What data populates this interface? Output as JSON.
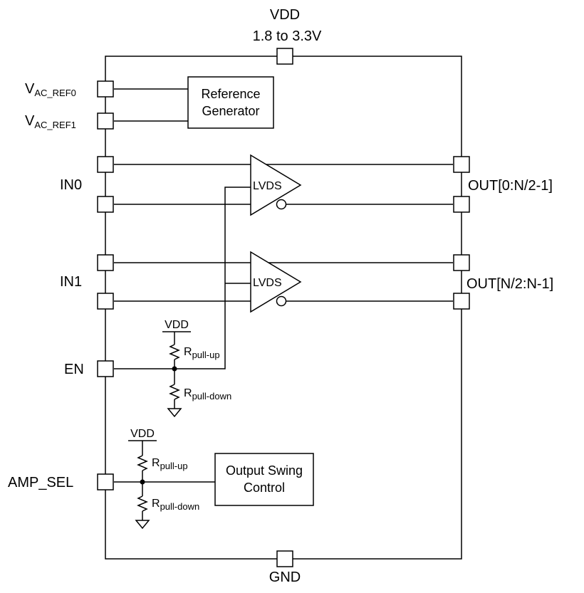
{
  "supply": {
    "vdd_label": "VDD",
    "vdd_range": "1.8 to 3.3V",
    "gnd_label": "GND"
  },
  "pins": {
    "vac_ref0": {
      "main": "V",
      "sub": "AC_REF0"
    },
    "vac_ref1": {
      "main": "V",
      "sub": "AC_REF1"
    },
    "in0": "IN0",
    "in1": "IN1",
    "en": "EN",
    "amp_sel": "AMP_SEL",
    "out_a": "OUT[0:N/2-1]",
    "out_b": "OUT[N/2:N-1]"
  },
  "blocks": {
    "reference_generator": [
      "Reference",
      "Generator"
    ],
    "output_swing_control": [
      "Output Swing",
      "Control"
    ]
  },
  "drivers": {
    "driver0": "LVDS",
    "driver1": "LVDS"
  },
  "en_network": {
    "vdd": "VDD",
    "pullup": {
      "main": "R",
      "sub": "pull-up"
    },
    "pulldown": {
      "main": "R",
      "sub": "pull-down"
    }
  },
  "amp_network": {
    "vdd": "VDD",
    "pullup": {
      "main": "R",
      "sub": "pull-up"
    },
    "pulldown": {
      "main": "R",
      "sub": "pull-down"
    }
  }
}
